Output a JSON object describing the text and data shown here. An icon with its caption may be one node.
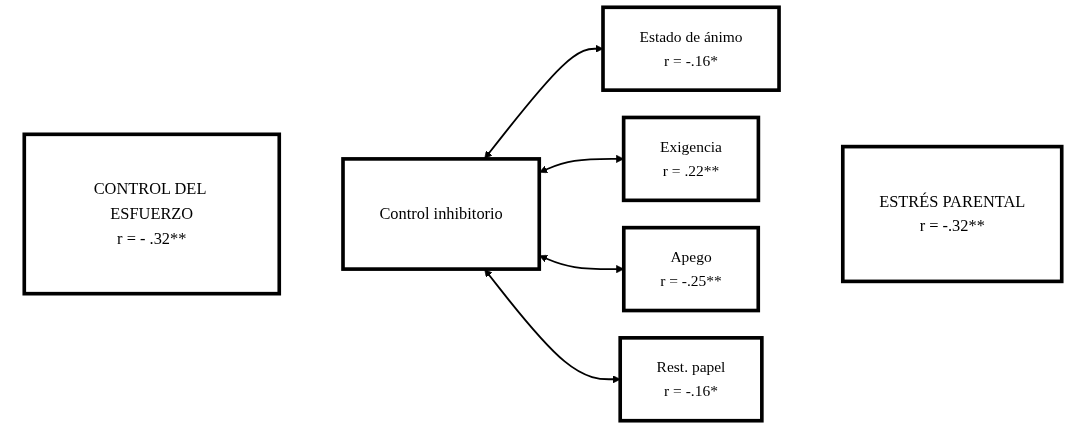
{
  "diagram": {
    "nodes": [
      {
        "text": [
          "CONTROL DEL ESFUERZO",
          "r = - .32**"
        ]
      },
      {
        "text": [
          "Control inhibitorio"
        ]
      },
      {
        "text": [
          "Estado de ánimo",
          "r = -.16*"
        ]
      },
      {
        "text": [
          "Exigencia",
          "r = .22**"
        ]
      },
      {
        "text": [
          "Apego",
          "r = -.25**"
        ]
      },
      {
        "text": [
          "Rest. papel",
          "r = -.16*"
        ]
      },
      {
        "text": [
          "ESTRÉS PARENTAL",
          "r = -.32**"
        ]
      }
    ],
    "edges": [
      {
        "from": 1,
        "to": 2,
        "arrow": "both"
      },
      {
        "from": 1,
        "to": 3,
        "arrow": "both"
      },
      {
        "from": 1,
        "to": 4,
        "arrow": "both"
      },
      {
        "from": 1,
        "to": 5,
        "arrow": "both"
      }
    ]
  }
}
